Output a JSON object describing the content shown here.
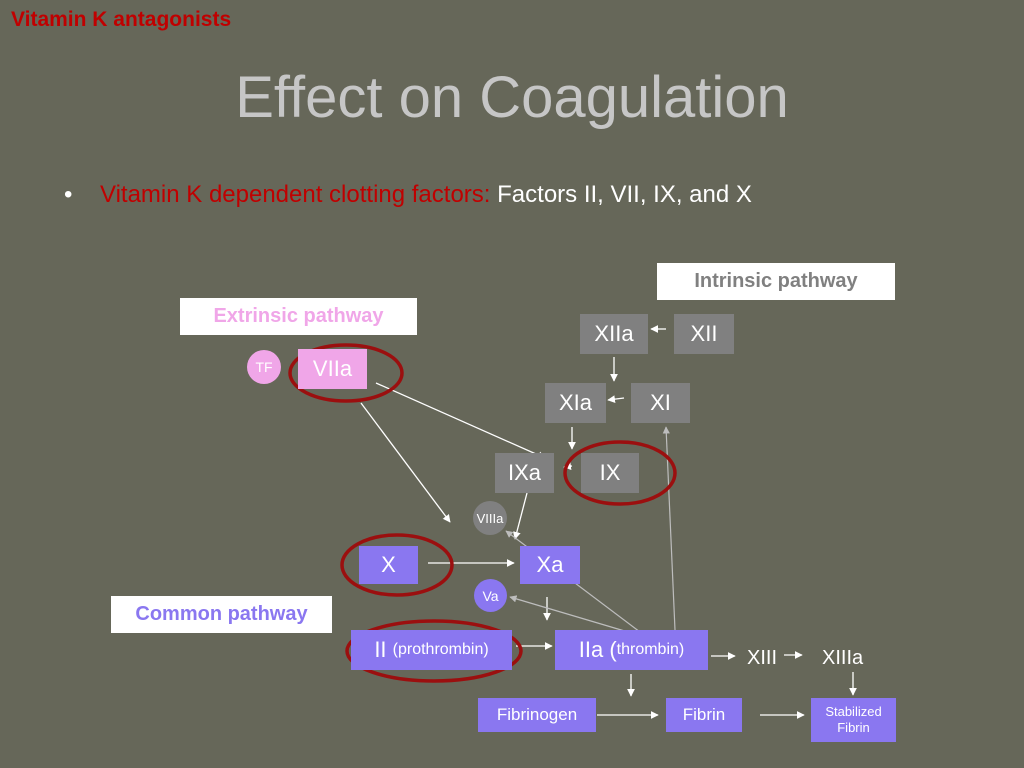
{
  "header": {
    "corner_title": "Vitamin K antagonists",
    "title": "Effect on Coagulation"
  },
  "bullet": {
    "marker": "•",
    "highlight": "Vitamin K dependent clotting factors:",
    "rest": " Factors II, VII, IX, and X"
  },
  "pathways": {
    "intrinsic": "Intrinsic pathway",
    "extrinsic": "Extrinsic pathway",
    "common": "Common pathway"
  },
  "factors": {
    "xiia": "XIIa",
    "xii": "XII",
    "xia": "XIa",
    "xi": "XI",
    "ixa": "IXa",
    "ix": "IX",
    "tf": "TF",
    "viia": "VIIa",
    "viiia": "VIIIa",
    "x": "X",
    "xa": "Xa",
    "va": "Va",
    "ii_main": "II ",
    "ii_sub": "(prothrombin)",
    "iia_main": "IIa (",
    "iia_sub": "thrombin)",
    "xiii": "XIII",
    "xiiia": "XIIIa",
    "fibrinogen": "Fibrinogen",
    "fibrin": "Fibrin",
    "stabilized_line1": "Stabilized",
    "stabilized_line2": "Fibrin"
  },
  "colors": {
    "background": "#666759",
    "highlight_red": "#c00000",
    "ring_red": "#9b0f0f",
    "gray_box": "#808080",
    "purple_box": "#8a77f0",
    "pink_box": "#f0a6e8",
    "extrinsic_text": "#f0a6e8",
    "intrinsic_text": "#808080",
    "common_text": "#8a77f0"
  }
}
